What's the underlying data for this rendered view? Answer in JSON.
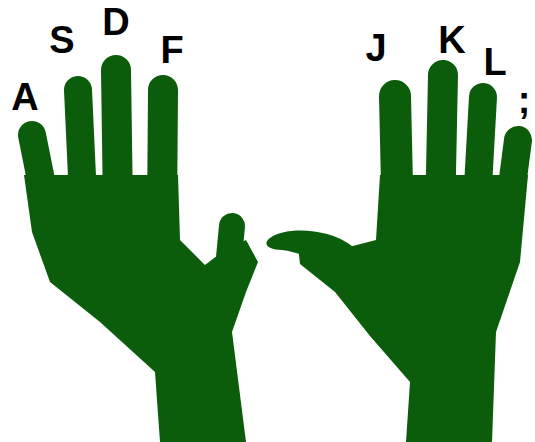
{
  "diagram": {
    "labels": [
      "A",
      "S",
      "D",
      "F",
      "J",
      "K",
      "L",
      ";"
    ]
  }
}
